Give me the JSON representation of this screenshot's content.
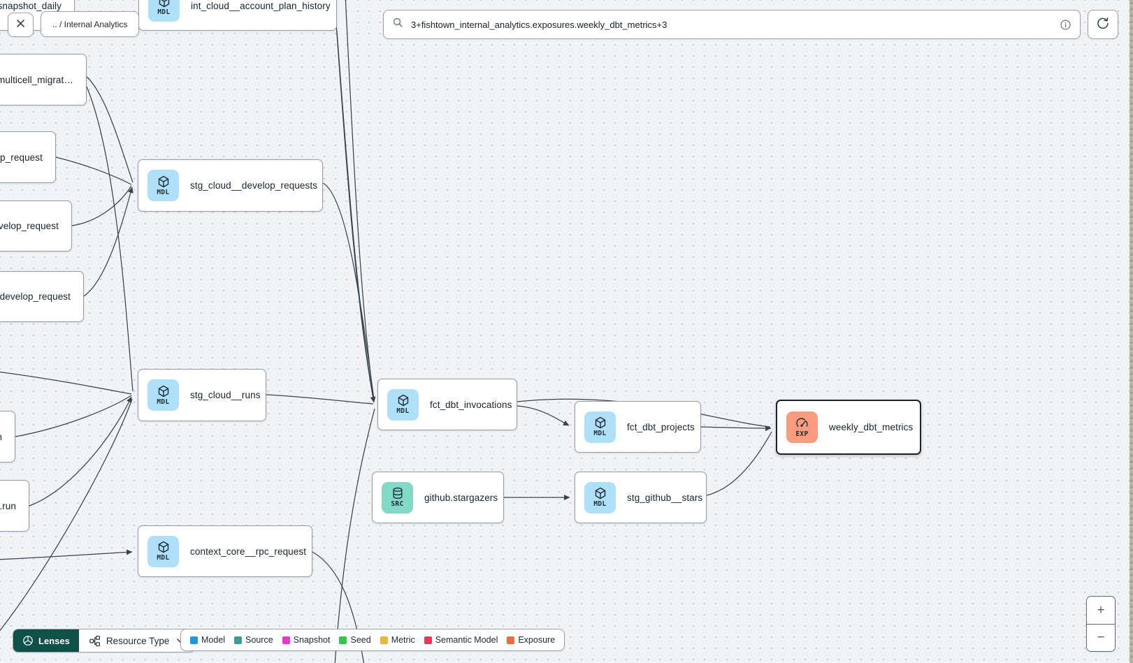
{
  "header": {
    "breadcrumb": ".. / Internal Analytics",
    "search": {
      "value": "3+fishtown_internal_analytics.exposures.weekly_dbt_metrics+3"
    }
  },
  "graph": {
    "nodes": [
      {
        "id": "snapshot_daily",
        "label": "snapshot_daily",
        "type": "partial",
        "badge": ""
      },
      {
        "id": "int_cloud__account_plan_history",
        "label": "int_cloud__account_plan_history",
        "type": "model",
        "badge": "MDL"
      },
      {
        "id": "multicell_migrat",
        "label": "multicell_migrat…",
        "type": "partial",
        "badge": ""
      },
      {
        "id": "op_request",
        "label": "op_request",
        "type": "partial",
        "badge": ""
      },
      {
        "id": "velop_request",
        "label": "velop_request",
        "type": "partial",
        "badge": ""
      },
      {
        "id": "develop_request",
        "label": "develop_request",
        "type": "partial",
        "badge": ""
      },
      {
        "id": "stg_cloud__develop_requests",
        "label": "stg_cloud__develop_requests",
        "type": "model",
        "badge": "MDL"
      },
      {
        "id": "stg_cloud__runs",
        "label": "stg_cloud__runs",
        "type": "model",
        "badge": "MDL"
      },
      {
        "id": "n_partial",
        "label": "n",
        "type": "partial",
        "badge": ""
      },
      {
        "id": "run_partial",
        "label": ".run",
        "type": "partial",
        "badge": ""
      },
      {
        "id": "context_core__rpc_request",
        "label": "context_core__rpc_request",
        "type": "model",
        "badge": "MDL"
      },
      {
        "id": "fct_dbt_invocations",
        "label": "fct_dbt_invocations",
        "type": "model",
        "badge": "MDL"
      },
      {
        "id": "fct_dbt_projects",
        "label": "fct_dbt_projects",
        "type": "model",
        "badge": "MDL"
      },
      {
        "id": "github.stargazers",
        "label": "github.stargazers",
        "type": "source",
        "badge": "SRC"
      },
      {
        "id": "stg_github__stars",
        "label": "stg_github__stars",
        "type": "model",
        "badge": "MDL"
      },
      {
        "id": "weekly_dbt_metrics",
        "label": "weekly_dbt_metrics",
        "type": "exposure",
        "badge": "EXP",
        "selected": true
      }
    ],
    "edges": [
      {
        "from": "offscreen-top-a",
        "to": "fct_dbt_invocations"
      },
      {
        "from": "offscreen-top-b",
        "to": "fct_dbt_invocations"
      },
      {
        "from": "int_cloud__account_plan_history",
        "to": "fct_dbt_invocations"
      },
      {
        "from": "stg_cloud__develop_requests",
        "to": "fct_dbt_invocations"
      },
      {
        "from": "stg_cloud__runs",
        "to": "fct_dbt_invocations"
      },
      {
        "from": "multicell_migrat",
        "to": "stg_cloud__develop_requests"
      },
      {
        "from": "op_request",
        "to": "stg_cloud__develop_requests"
      },
      {
        "from": "velop_request",
        "to": "stg_cloud__develop_requests"
      },
      {
        "from": "develop_request",
        "to": "stg_cloud__develop_requests"
      },
      {
        "from": "multicell_migrat",
        "to": "stg_cloud__runs"
      },
      {
        "from": "offscreen-left-a",
        "to": "stg_cloud__runs"
      },
      {
        "from": "n_partial",
        "to": "stg_cloud__runs"
      },
      {
        "from": "run_partial",
        "to": "stg_cloud__runs"
      },
      {
        "from": "offscreen-bottom-left",
        "to": "stg_cloud__runs"
      },
      {
        "from": "offscreen-left-b",
        "to": "context_core__rpc_request"
      },
      {
        "from": "fct_dbt_invocations",
        "to": "offscreen-bottom-a"
      },
      {
        "from": "context_core__rpc_request",
        "to": "offscreen-bottom-b"
      },
      {
        "from": "fct_dbt_invocations",
        "to": "fct_dbt_projects"
      },
      {
        "from": "fct_dbt_invocations",
        "to": "weekly_dbt_metrics"
      },
      {
        "from": "fct_dbt_projects",
        "to": "weekly_dbt_metrics"
      },
      {
        "from": "stg_github__stars",
        "to": "weekly_dbt_metrics"
      },
      {
        "from": "github.stargazers",
        "to": "stg_github__stars"
      }
    ]
  },
  "toolbar": {
    "lenses_label": "Lenses",
    "resource_type_label": "Resource Type"
  },
  "legend": [
    {
      "label": "Model",
      "color": "#1f97e3"
    },
    {
      "label": "Source",
      "color": "#3b9e95"
    },
    {
      "label": "Snapshot",
      "color": "#ee35c9"
    },
    {
      "label": "Seed",
      "color": "#2fc84e"
    },
    {
      "label": "Metric",
      "color": "#e9b63a"
    },
    {
      "label": "Semantic Model",
      "color": "#ef3352"
    },
    {
      "label": "Exposure",
      "color": "#f2693c"
    }
  ],
  "zoom_controls": {
    "zoom_in": "+",
    "zoom_out": "−"
  },
  "colors": {
    "edge": "#39434d",
    "badge_model": "#aee0f9",
    "badge_source": "#82d9c7",
    "badge_exposure": "#f89b7e",
    "lenses_bg": "#0f5049",
    "selected_border": "#17242e"
  }
}
